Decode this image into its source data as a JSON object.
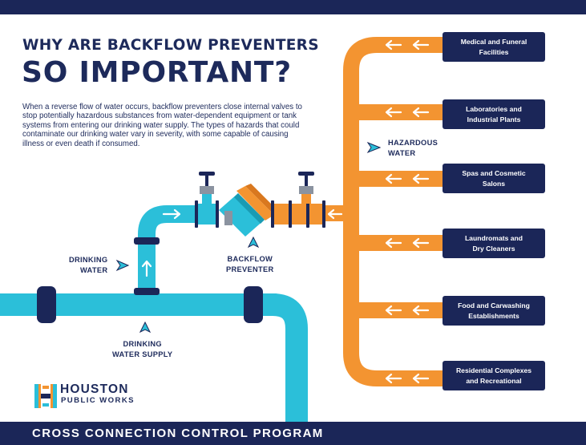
{
  "header": {
    "title_line1": "WHY ARE BACKFLOW PREVENTERS",
    "title_line2": "SO IMPORTANT?"
  },
  "intro_text": "When a reverse flow of water occurs, backflow preventers close internal valves to stop potentially hazardous substances from water-dependent equipment or tank systems from entering our drinking water supply. The types of hazards that could contaminate our drinking water vary in severity, with some capable of causing illness or even death if consumed.",
  "hazard_sources": [
    {
      "line1": "Medical and Funeral",
      "line2": "Facilities"
    },
    {
      "line1": "Laboratories and",
      "line2": "Industrial Plants"
    },
    {
      "line1": "Spas and Cosmetic",
      "line2": "Salons"
    },
    {
      "line1": "Laundromats and",
      "line2": "Dry Cleaners"
    },
    {
      "line1": "Food and Carwashing",
      "line2": "Establishments"
    },
    {
      "line1": "Residential Complexes",
      "line2": "and Recreational"
    }
  ],
  "labels": {
    "hazardous_water": {
      "line1": "HAZARDOUS",
      "line2": "WATER"
    },
    "drinking_water": {
      "line1": "DRINKING",
      "line2": "WATER"
    },
    "backflow_preventer": {
      "line1": "BACKFLOW",
      "line2": "PREVENTER"
    },
    "drinking_water_supply": {
      "line1": "DRINKING",
      "line2": "WATER SUPPLY"
    }
  },
  "logo": {
    "name": "HOUSTON",
    "subname": "PUBLIC WORKS",
    "icon": "houston-h-logo-icon"
  },
  "footer": {
    "program": "CROSS CONNECTION CONTROL PROGRAM"
  },
  "icons": {
    "flow_arrow": "arrow-left-icon",
    "up_arrow": "arrow-up-icon",
    "pointer": "triangle-pointer-icon"
  },
  "colors": {
    "navy": "#1b2658",
    "cyan": "#2bbfd9",
    "orange": "#f39431",
    "valve_gray": "#8b93a0"
  }
}
